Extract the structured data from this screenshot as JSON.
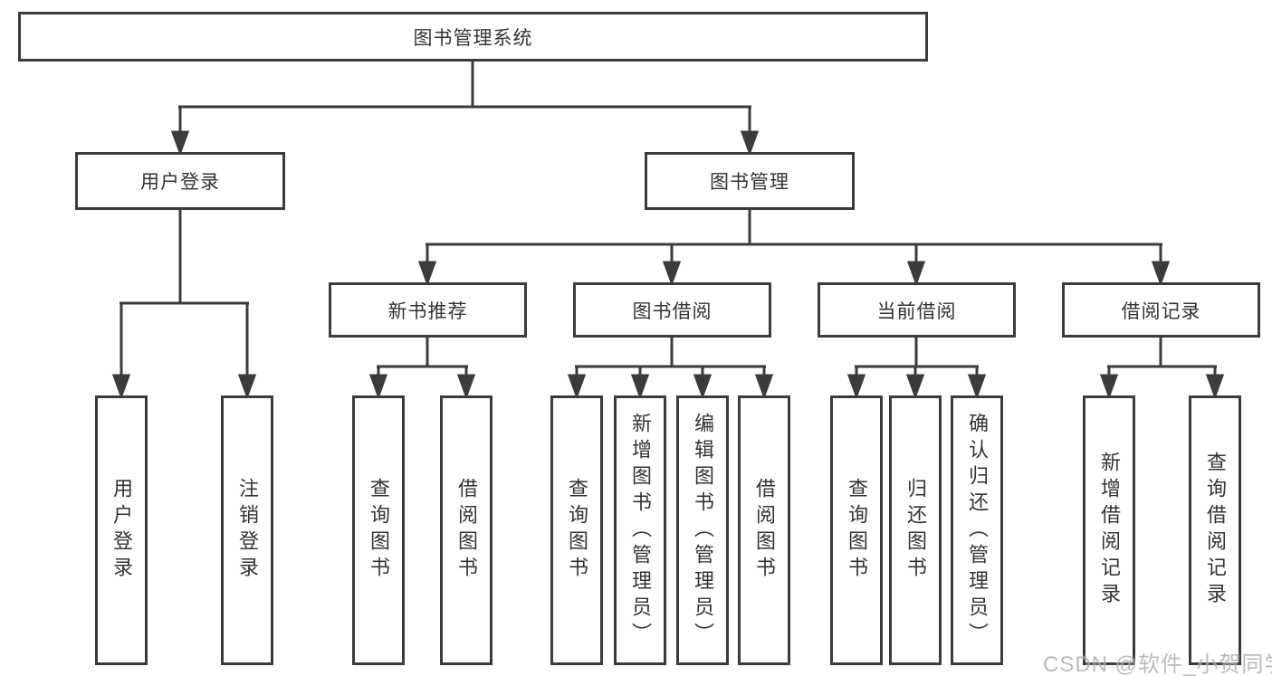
{
  "nodes": {
    "root": "图书管理系统",
    "level2": [
      "用户登录",
      "图书管理"
    ],
    "level3": [
      "新书推荐",
      "图书借阅",
      "当前借阅",
      "借阅记录"
    ],
    "leaves": [
      "用户登录",
      "注销登录",
      "查询图书",
      "借阅图书",
      "查询图书",
      "新增图书（管理员）",
      "编辑图书（管理员）",
      "借阅图书",
      "查询图书",
      "归还图书",
      "确认归还（管理员）",
      "新增借阅记录",
      "查询借阅记录"
    ]
  },
  "watermark": "CSDN @软件_小贺同学",
  "colors": {
    "line": "#3b3b3b",
    "box_border": "#3b3b3b",
    "text": "#333333",
    "background": "#ffffff",
    "watermark": "#a9a9a9"
  }
}
